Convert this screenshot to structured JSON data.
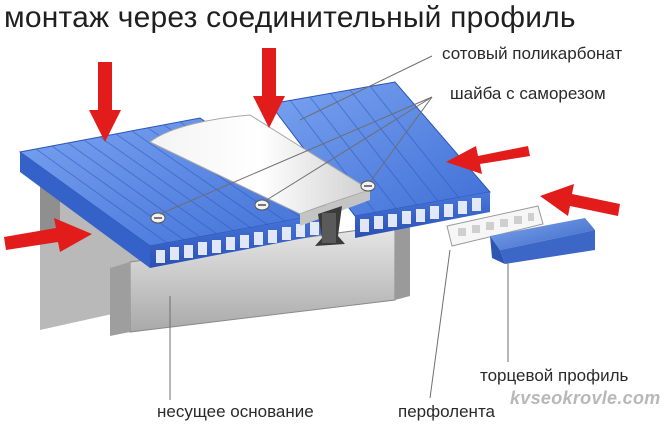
{
  "title": "монтаж через соединительный профиль",
  "labels": {
    "polycarbonate": "сотовый поликарбонат",
    "washer": "шайба с  саморезом",
    "end_profile": "торцевой профиль",
    "base": "несущее основание",
    "tape": "перфолента"
  },
  "watermark": "kvseokrovle.com",
  "colors": {
    "panel_top": "#4f7fe0",
    "panel_side": "#2f58c0",
    "arrow": "#e21b1b",
    "profile": "#dcdcdc",
    "end_profile": "#5a86d6"
  }
}
